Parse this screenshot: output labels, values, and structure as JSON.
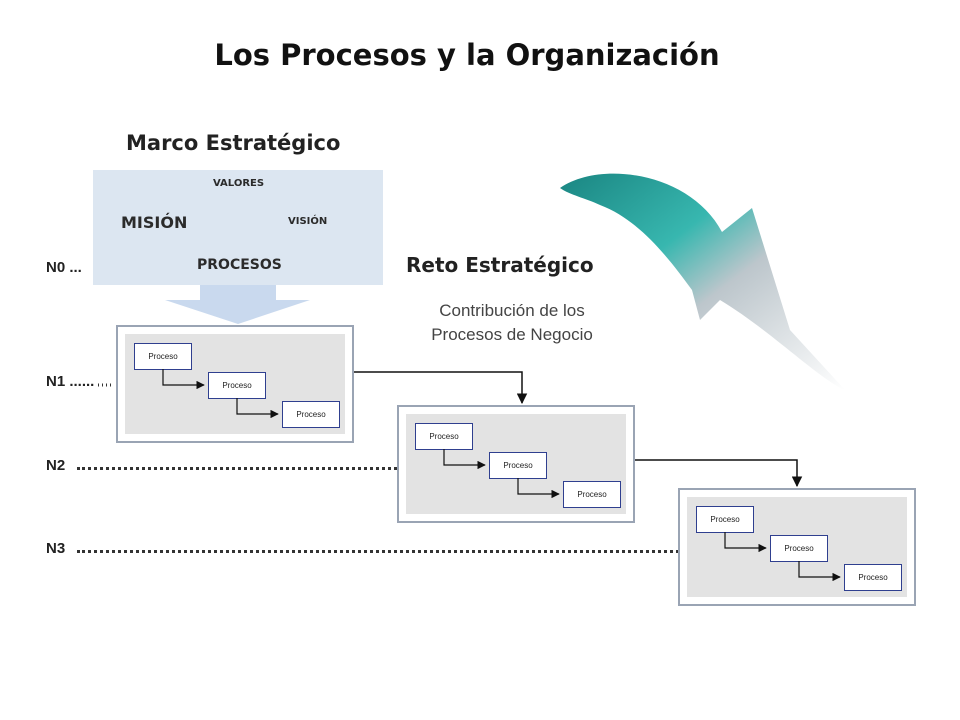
{
  "title": "Los Procesos y la Organización",
  "marco": {
    "title": "Marco Estratégico",
    "valores": "VALORES",
    "mision": "MISIÓN",
    "vision": "VISIÓN",
    "procesos": "PROCESOS"
  },
  "levels": [
    "N0 ...",
    "N1 ......",
    "N2",
    "N3"
  ],
  "reto": {
    "title": "Reto Estratégico",
    "subtitle_line1": "Contribución de los",
    "subtitle_line2": "Procesos de Negocio"
  },
  "process_label": "Proceso",
  "colors": {
    "marco_box": "#dce6f1",
    "arrow_fill": "#c9d9ee",
    "teal": "#1a8f8a",
    "process_border": "#2f3f8f"
  }
}
